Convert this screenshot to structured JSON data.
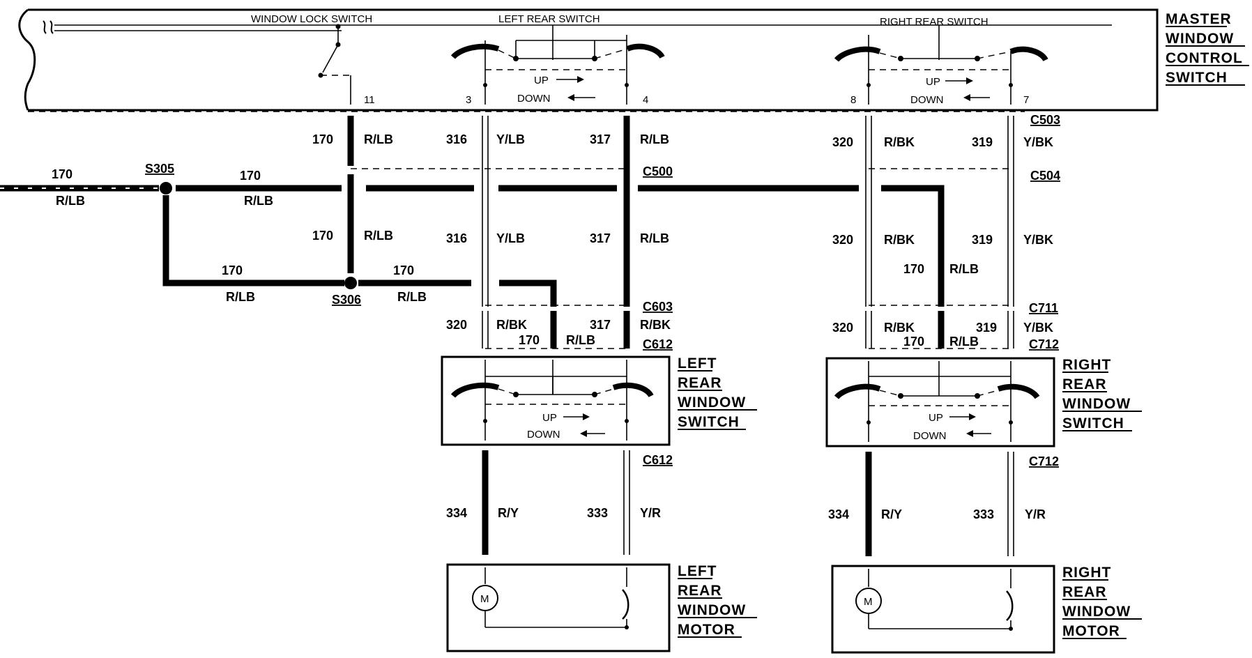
{
  "master": {
    "title": [
      "MASTER",
      "WINDOW",
      "CONTROL",
      "SWITCH"
    ],
    "window_lock": "WINDOW LOCK SWITCH",
    "left_rear": "LEFT REAR SWITCH",
    "right_rear": "RIGHT REAR SWITCH",
    "pins": [
      "11",
      "3",
      "4",
      "8",
      "7"
    ],
    "up": "UP",
    "down": "DOWN"
  },
  "connectors": {
    "c503": "C503",
    "c504": "C504",
    "c500": "C500",
    "c603": "C603",
    "c612": "C612",
    "c711": "C711",
    "c712": "C712",
    "s305": "S305",
    "s306": "S306"
  },
  "wires": {
    "w170": "170",
    "rlb": "R/LB",
    "w316": "316",
    "ylb": "Y/LB",
    "w317": "317",
    "rbk": "R/BK",
    "w320": "320",
    "w319": "319",
    "ybk": "Y/BK",
    "w334": "334",
    "ry": "R/Y",
    "w333": "333",
    "yr": "Y/R"
  },
  "left_switch": {
    "title": [
      "LEFT",
      "REAR",
      "WINDOW",
      "SWITCH"
    ]
  },
  "right_switch": {
    "title": [
      "RIGHT",
      "REAR",
      "WINDOW",
      "SWITCH"
    ]
  },
  "left_motor": {
    "title": [
      "LEFT",
      "REAR",
      "WINDOW",
      "MOTOR"
    ]
  },
  "right_motor": {
    "title": [
      "RIGHT",
      "REAR",
      "WINDOW",
      "MOTOR"
    ]
  },
  "motor_symbol": "M"
}
